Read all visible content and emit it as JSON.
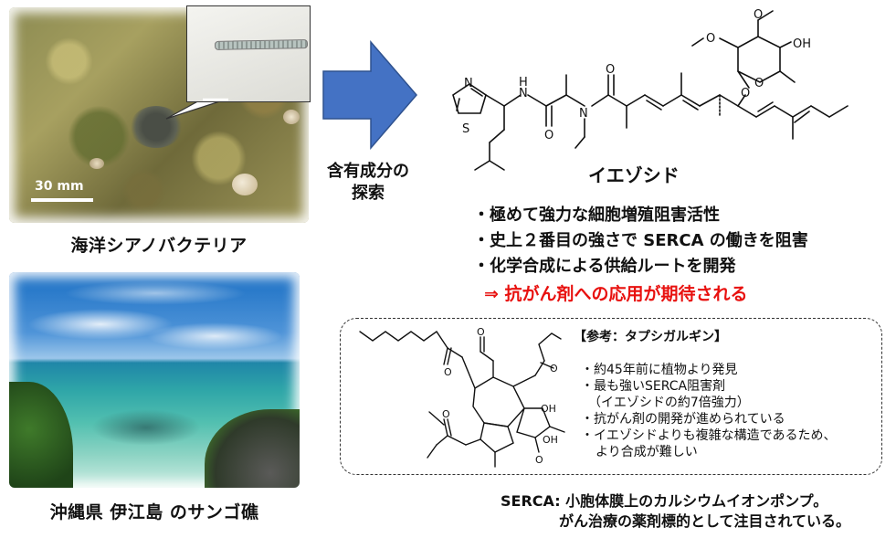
{
  "left": {
    "photo1": {
      "scale_label": "30 mm",
      "caption": "海洋シアノバクテリア"
    },
    "photo2": {
      "caption": "沖縄県 伊江島 のサンゴ礁"
    }
  },
  "arrow": {
    "label_line1": "含有成分の",
    "label_line2": "探索"
  },
  "compound": {
    "name": "イエゾシド",
    "atoms": {
      "S": "S",
      "N": "N",
      "H": "H",
      "O": "O",
      "OH": "OH"
    },
    "bullets": [
      "・極めて強力な細胞増殖阻害活性",
      "・史上２番目の強さで SERCA の働きを阻害",
      "・化学合成による供給ルートを開発"
    ],
    "conclusion": "⇒ 抗がん剤への応用が期待される"
  },
  "reference": {
    "title": "【参考：タプシガルギン】",
    "atoms": {
      "O": "O",
      "OH": "OH"
    },
    "notes": [
      "・約45年前に植物より発見",
      "・最も強いSERCA阻害剤",
      "（イエゾシドの約7倍強力）",
      "・抗がん剤の開発が進められている",
      "・イエゾシドよりも複雑な構造であるため、",
      "より合成が難しい"
    ]
  },
  "footer": {
    "line1": "SERCA: 小胞体膜上のカルシウムイオンポンプ。",
    "line2": "がん治療の薬剤標的として注目されている。"
  },
  "colors": {
    "arrow": "#4472c4",
    "conclusion": "#e8110f",
    "scale_bar": "#ffffff"
  }
}
